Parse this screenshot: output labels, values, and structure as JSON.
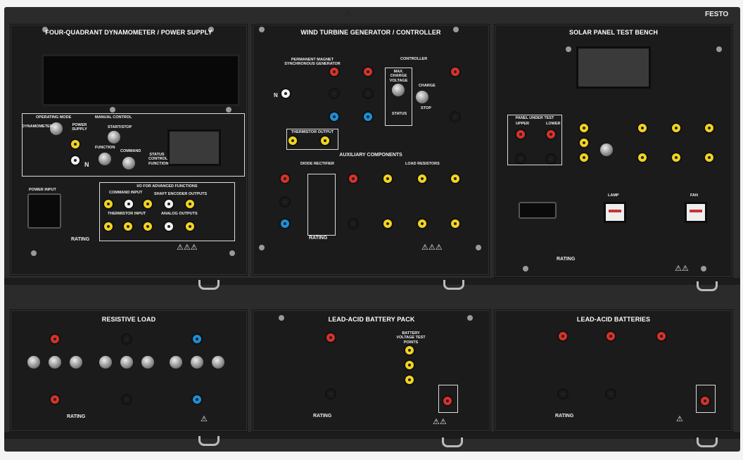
{
  "brand": "FESTO",
  "top_warning_icon": "warning-triangle-icon",
  "panels": {
    "dynamometer": {
      "title": "FOUR-QUADRANT DYNAMOMETER / POWER SUPPLY",
      "operating_mode": "OPERATING MODE",
      "dynamometer": "DYNAMOMETER",
      "power_supply": "POWER SUPPLY",
      "manual_control": "MANUAL CONTROL",
      "start_stop": "START/STOP",
      "function": "FUNCTION",
      "command": "COMMAND",
      "status": "STATUS CONTROL FUNCTION",
      "n": "N",
      "power_input": "POWER INPUT",
      "io_title": "I/O FOR ADVANCED FUNCTIONS",
      "command_input": "COMMAND INPUT",
      "shaft_encoder": "SHAFT ENCODER OUTPUTS",
      "thermistor_input": "THERMISTOR INPUT",
      "analog_outputs": "ANALOG OUTPUTS",
      "rating": "RATING"
    },
    "wind": {
      "title": "WIND TURBINE GENERATOR / CONTROLLER",
      "generator": "PERMANENT MAGNET SYNCHRONOUS GENERATOR",
      "controller": "CONTROLLER",
      "max_charge": "MAX. CHARGE VOLTAGE",
      "charge": "CHARGE",
      "stop": "STOP",
      "status": "STATUS",
      "n": "N",
      "thermistor_output": "THERMISTOR OUTPUT",
      "auxiliary": "AUXILIARY COMPONENTS",
      "diode_rectifier": "DIODE RECTIFIER",
      "load_resistors": "LOAD RESISTORS",
      "rating": "RATING"
    },
    "solar": {
      "title": "SOLAR PANEL TEST BENCH",
      "panel_under_test": "PANEL UNDER TEST",
      "upper": "UPPER",
      "lower": "LOWER",
      "lamp": "LAMP",
      "fan": "FAN",
      "rating": "RATING"
    },
    "resistive": {
      "title": "RESISTIVE LOAD",
      "rating": "RATING"
    },
    "battery_pack": {
      "title": "LEAD-ACID BATTERY PACK",
      "test_points": "BATTERY VOLTAGE TEST POINTS",
      "rating": "RATING"
    },
    "batteries": {
      "title": "LEAD-ACID BATTERIES",
      "rating": "RATING"
    }
  }
}
